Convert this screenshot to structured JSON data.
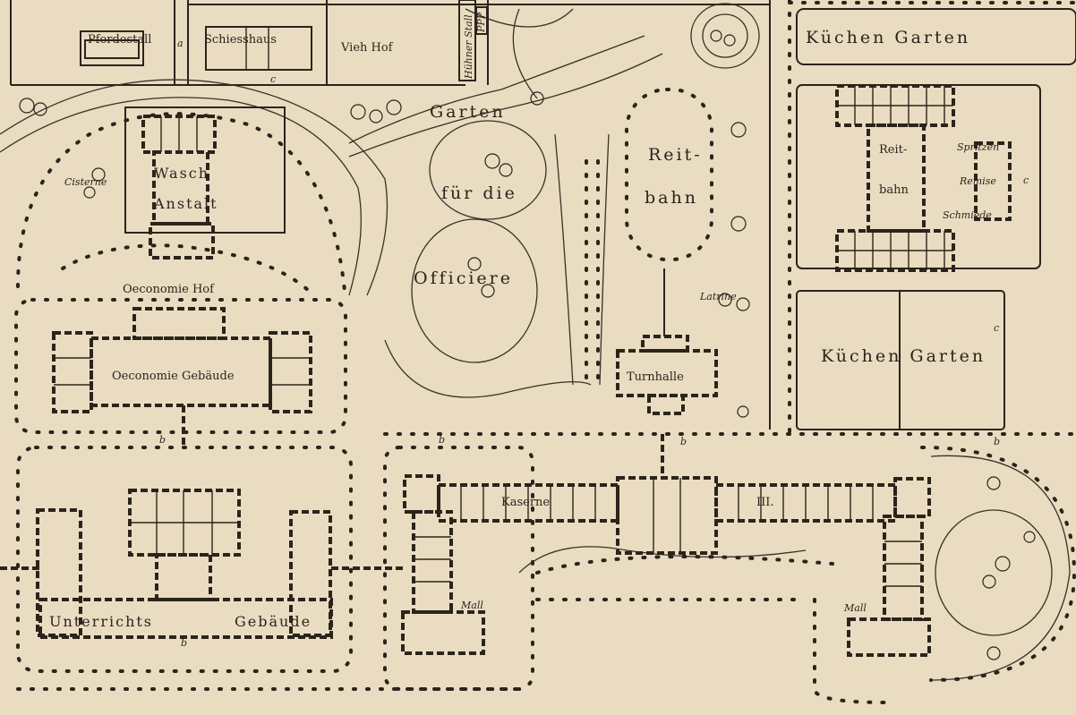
{
  "labels": {
    "pferdestall": "Pferdestall",
    "schiesshaus": "Schiesshaus",
    "vieh_hof": "Vieh Hof",
    "huhner_stall": "Hühner Stall",
    "ppp": "PPP",
    "kuchen_garten_top": "Küchen Garten",
    "garten": "Garten",
    "fur_die": "für die",
    "officiere": "Officiere",
    "wasch": "Wasch",
    "anstalt": "Anstalt",
    "cisterne": "Cisterne",
    "reitbahn_left_1": "Reit-",
    "reitbahn_left_2": "bahn",
    "reitbahn_right_1": "Reit-",
    "reitbahn_right_2": "bahn",
    "spritzen": "Spritzen",
    "remise": "Remise",
    "schmiede": "Schmiede",
    "oeconomie_hof": "Oeconomie Hof",
    "oeconomie_gebaude": "Oeconomie Gebäude",
    "latrine": "Latrine",
    "kuchen_garten_mid": "Küchen Garten",
    "turnhalle": "Turnhalle",
    "kaserne": "Kaserne",
    "kaserne_num": "III.",
    "unterrichts": "Unterrichts",
    "gebaude": "Gebäude",
    "mark_a": "a",
    "mark_b": "b",
    "mark_c": "c",
    "mark_m": "Mall",
    "mark_d": "Mall"
  }
}
